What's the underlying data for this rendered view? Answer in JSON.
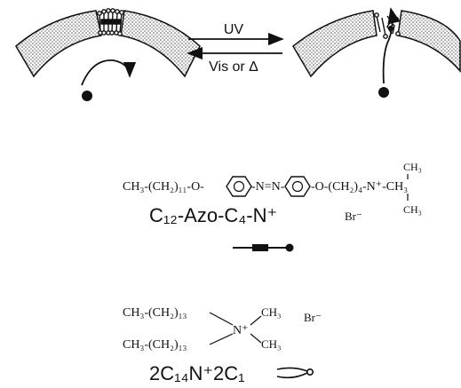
{
  "arrows": {
    "forward_label": "UV",
    "reverse_label": "Vis or Δ"
  },
  "azo": {
    "formula_left": "CH₃-(CH₂)₁₁-O-",
    "azo_link": "-N=N-",
    "formula_right": "-O-(CH₂)₄-N⁺-CH₃",
    "methyl_top": "CH₃",
    "methyl_bottom": "CH₃",
    "name": "C₁₂-Azo-C₄-N⁺",
    "counter_ion": "Br⁻"
  },
  "ammonium": {
    "chain_1": "CH₃-(CH₂)₁₃",
    "chain_2": "CH₃-(CH₂)₁₃",
    "nitrogen": "N⁺",
    "methyl_1": "CH₃",
    "methyl_2": "CH₃",
    "counter_ion": "Br⁻",
    "name": "2C₁₄N⁺2C₁"
  }
}
